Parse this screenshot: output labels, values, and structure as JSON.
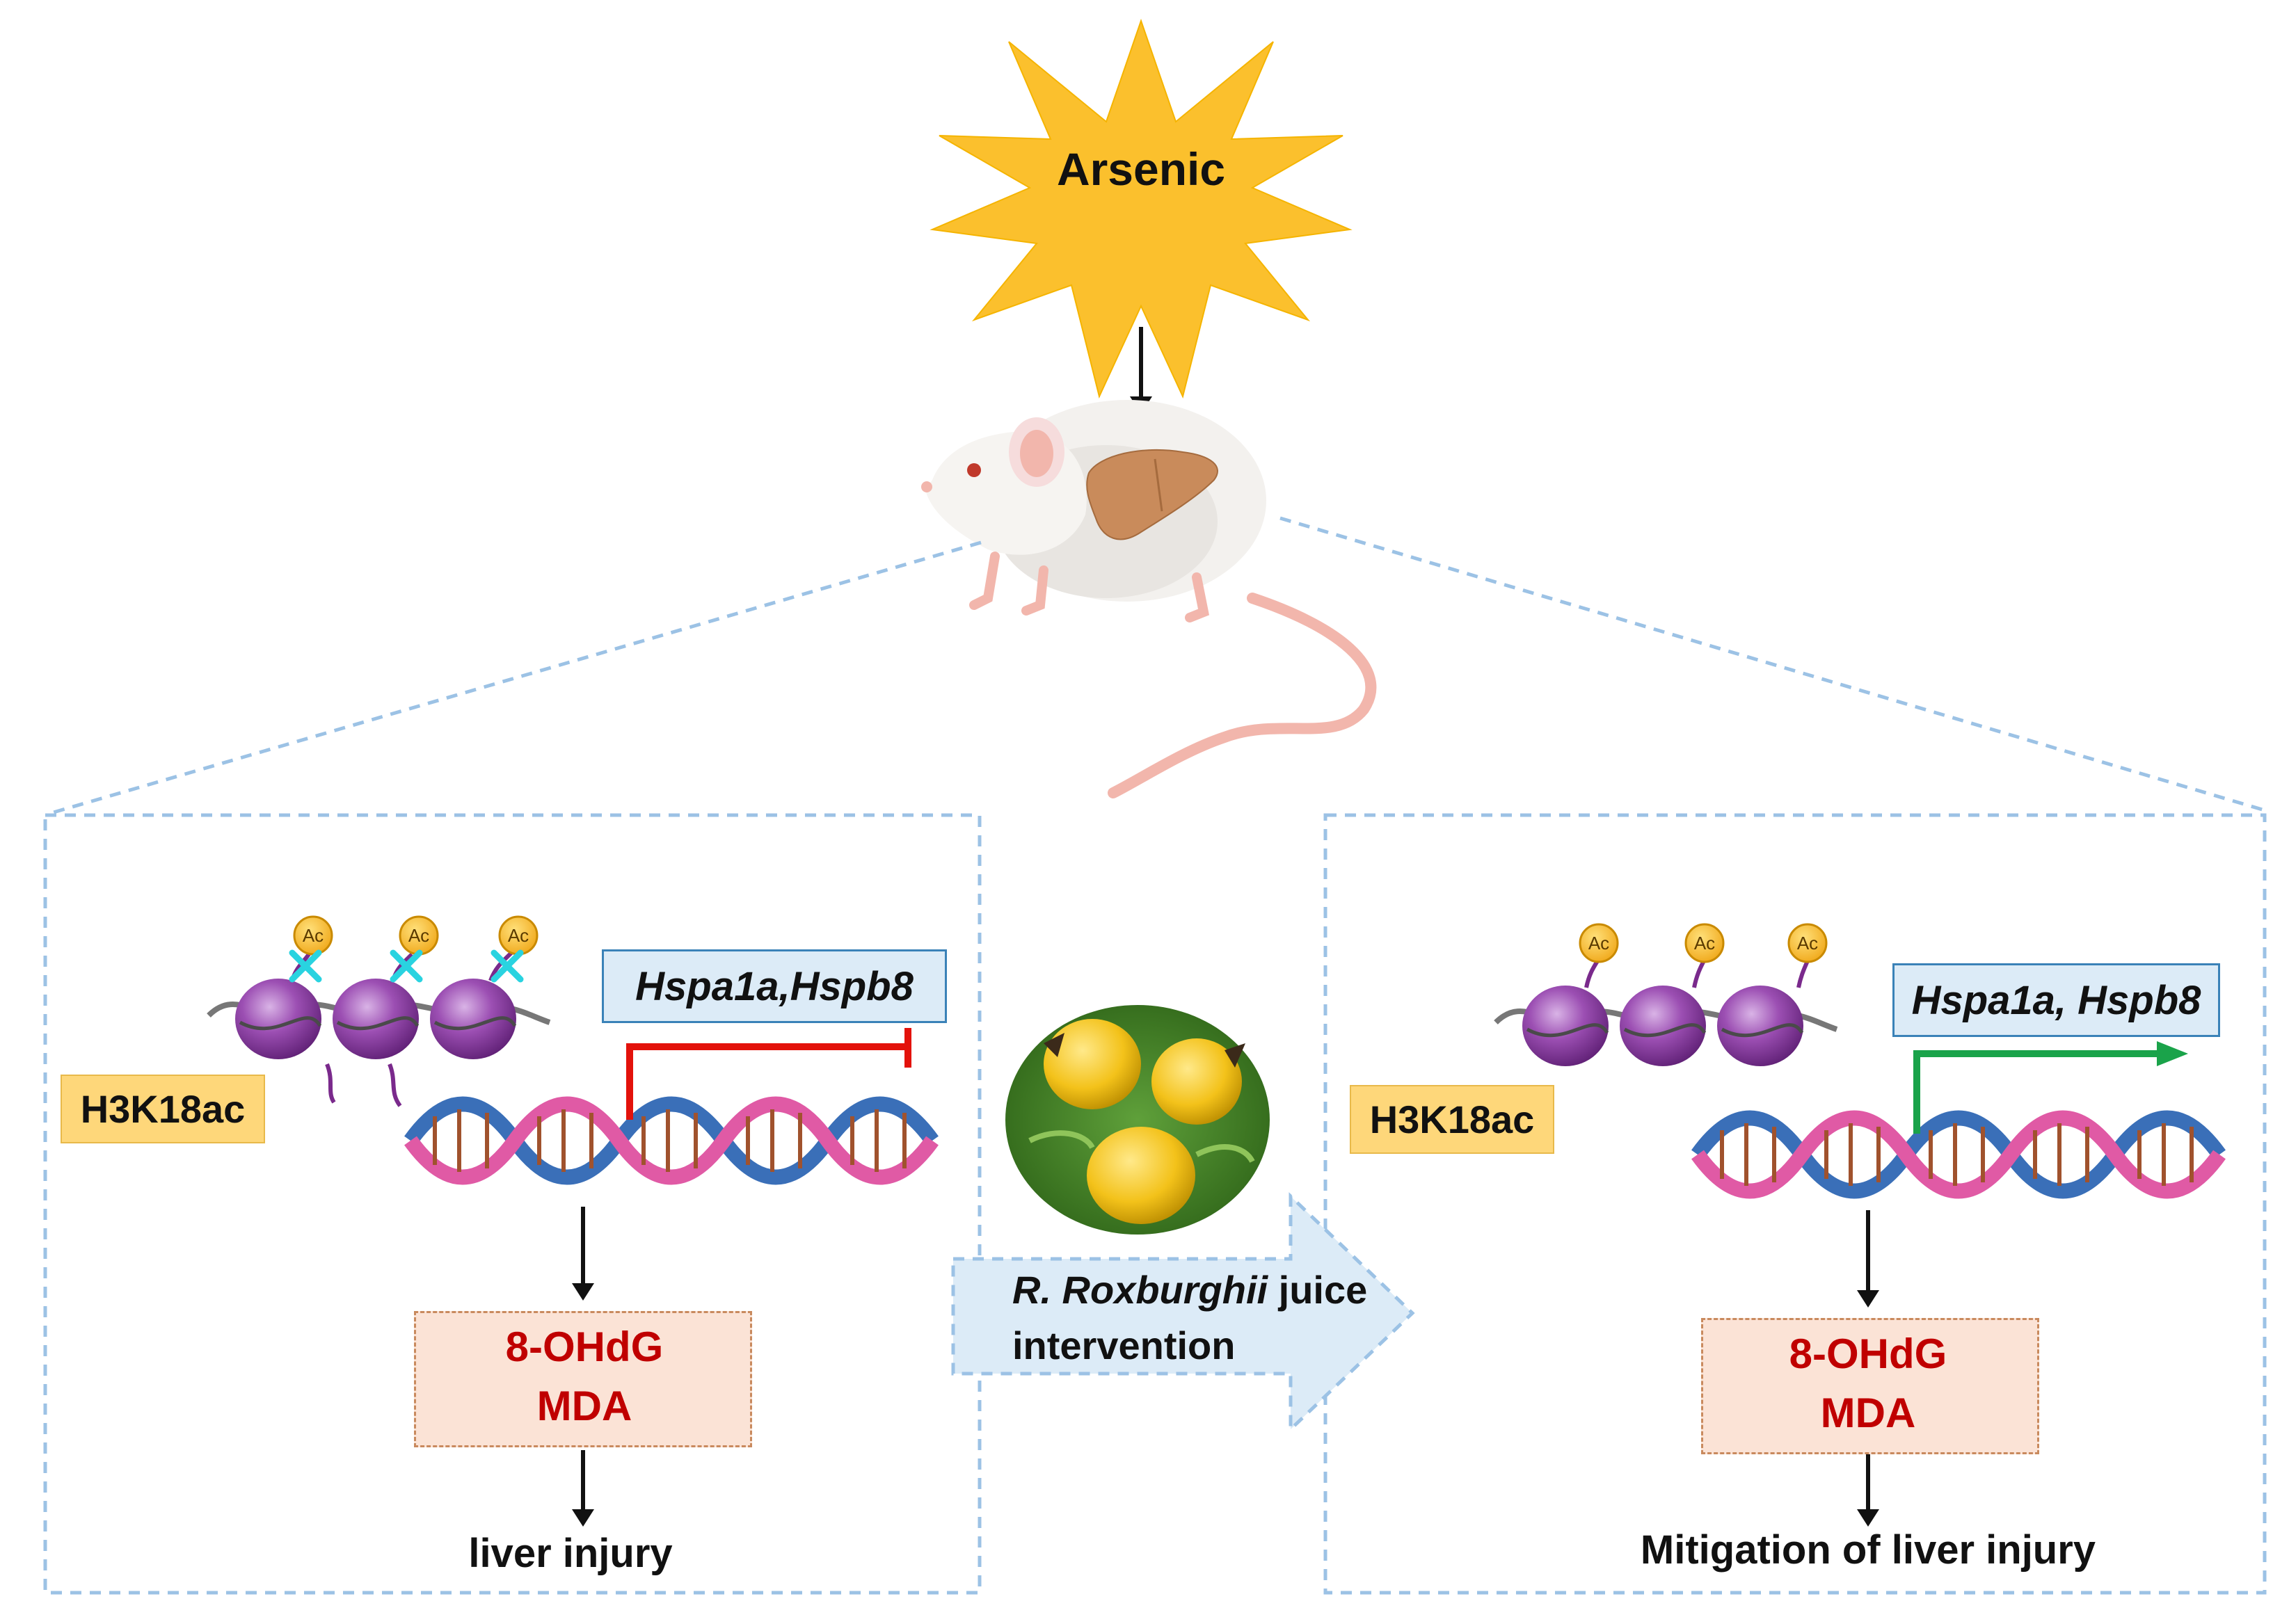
{
  "top": {
    "title": "Arsenic"
  },
  "left_panel": {
    "histone_label": "H3K18ac",
    "gene_label": "Hspa1a,Hspb8",
    "marker_line1": "8-OHdG",
    "marker_line2": "MDA",
    "outcome": "liver injury"
  },
  "intervention": {
    "species": "R. Roxburghii",
    "word_juice": " juice",
    "line2": "intervention"
  },
  "right_panel": {
    "histone_label": "H3K18ac",
    "gene_label": "Hspa1a, Hspb8",
    "marker_line1": "8-OHdG",
    "marker_line2": "MDA",
    "outcome": "Mitigation of liver injury"
  },
  "acetyl_label": "Ac",
  "colors": {
    "arsenic_star": "#fbc02d",
    "up_arrow": "#e3120b",
    "down_arrow": "#1aa34a",
    "repression_line": "#e3120b",
    "activation_line": "#1aa34a",
    "panel_border": "#9cc2e5",
    "marker_text": "#c00000"
  },
  "icons": [
    "arsenic-star-icon",
    "mouse-icon",
    "liver-icon",
    "nucleosome-icon",
    "dna-helix-icon",
    "fruit-photo-icon",
    "x-mark-icon"
  ]
}
